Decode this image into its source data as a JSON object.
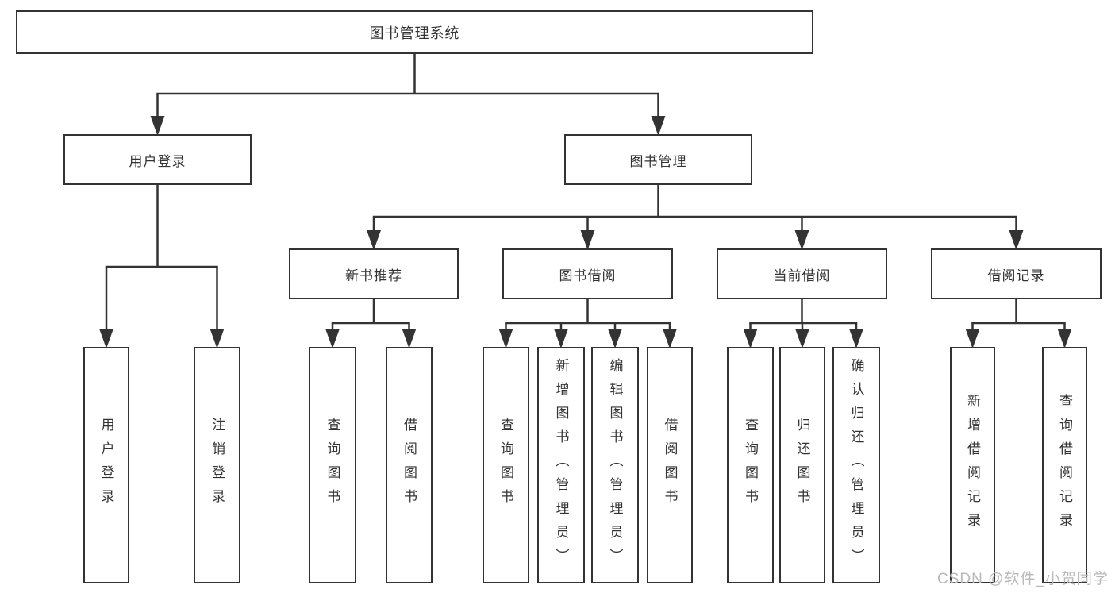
{
  "diagram_title": "图书管理系统",
  "watermark": "CSDN @软件_小贺同学",
  "colors": {
    "line": "#333333",
    "box_border": "#333333",
    "text": "#333333",
    "background": "#ffffff",
    "watermark": "#b9b9b9"
  },
  "nodes": [
    {
      "id": "root",
      "label": "图书管理系统",
      "parent": null,
      "orientation": "horizontal"
    },
    {
      "id": "user-login",
      "label": "用户登录",
      "parent": "root",
      "orientation": "horizontal"
    },
    {
      "id": "book-mgmt",
      "label": "图书管理",
      "parent": "root",
      "orientation": "horizontal"
    },
    {
      "id": "new-book-rec",
      "label": "新书推荐",
      "parent": "book-mgmt",
      "orientation": "horizontal"
    },
    {
      "id": "book-borrow",
      "label": "图书借阅",
      "parent": "book-mgmt",
      "orientation": "horizontal"
    },
    {
      "id": "current-borrow",
      "label": "当前借阅",
      "parent": "book-mgmt",
      "orientation": "horizontal"
    },
    {
      "id": "borrow-records",
      "label": "借阅记录",
      "parent": "book-mgmt",
      "orientation": "horizontal"
    },
    {
      "id": "leaf-user-login",
      "label": "用户登录",
      "parent": "user-login",
      "orientation": "vertical"
    },
    {
      "id": "leaf-logout",
      "label": "注销登录",
      "parent": "user-login",
      "orientation": "vertical"
    },
    {
      "id": "leaf-rec-query",
      "label": "查询图书",
      "parent": "new-book-rec",
      "orientation": "vertical"
    },
    {
      "id": "leaf-rec-borrow",
      "label": "借阅图书",
      "parent": "new-book-rec",
      "orientation": "vertical"
    },
    {
      "id": "leaf-bb-query",
      "label": "查询图书",
      "parent": "book-borrow",
      "orientation": "vertical"
    },
    {
      "id": "leaf-bb-add",
      "label": "新增图书（管理员）",
      "parent": "book-borrow",
      "orientation": "vertical"
    },
    {
      "id": "leaf-bb-edit",
      "label": "编辑图书（管理员）",
      "parent": "book-borrow",
      "orientation": "vertical"
    },
    {
      "id": "leaf-bb-borrow",
      "label": "借阅图书",
      "parent": "book-borrow",
      "orientation": "vertical"
    },
    {
      "id": "leaf-cb-query",
      "label": "查询图书",
      "parent": "current-borrow",
      "orientation": "vertical"
    },
    {
      "id": "leaf-cb-return",
      "label": "归还图书",
      "parent": "current-borrow",
      "orientation": "vertical"
    },
    {
      "id": "leaf-cb-confirm",
      "label": "确认归还（管理员）",
      "parent": "current-borrow",
      "orientation": "vertical"
    },
    {
      "id": "leaf-br-add",
      "label": "新增借阅记录",
      "parent": "borrow-records",
      "orientation": "vertical"
    },
    {
      "id": "leaf-br-query",
      "label": "查询借阅记录",
      "parent": "borrow-records",
      "orientation": "vertical"
    }
  ]
}
